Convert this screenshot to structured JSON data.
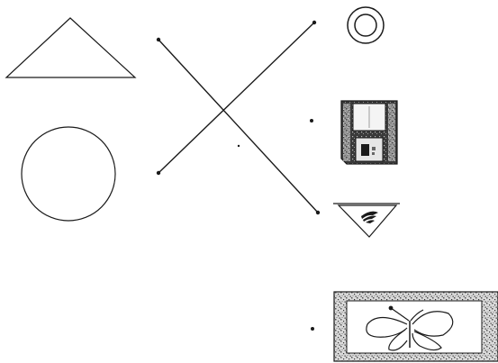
{
  "colors": {
    "stroke": "#1a1a1a",
    "background": "#ffffff",
    "fill_gray": "#8a8a8a",
    "fill_dark": "#2b2b2b",
    "fill_light": "#d9d9d9"
  },
  "shapes": [
    {
      "name": "triangle-shape",
      "kind": "triangle"
    },
    {
      "name": "circle-shape",
      "kind": "circle"
    },
    {
      "name": "crossing-lines",
      "kind": "x-lines"
    },
    {
      "name": "ring-icon",
      "kind": "icon"
    },
    {
      "name": "floppy-disk-icon",
      "kind": "icon"
    },
    {
      "name": "triangle-wing-icon",
      "kind": "icon"
    },
    {
      "name": "butterfly-picture-icon",
      "kind": "icon"
    }
  ]
}
